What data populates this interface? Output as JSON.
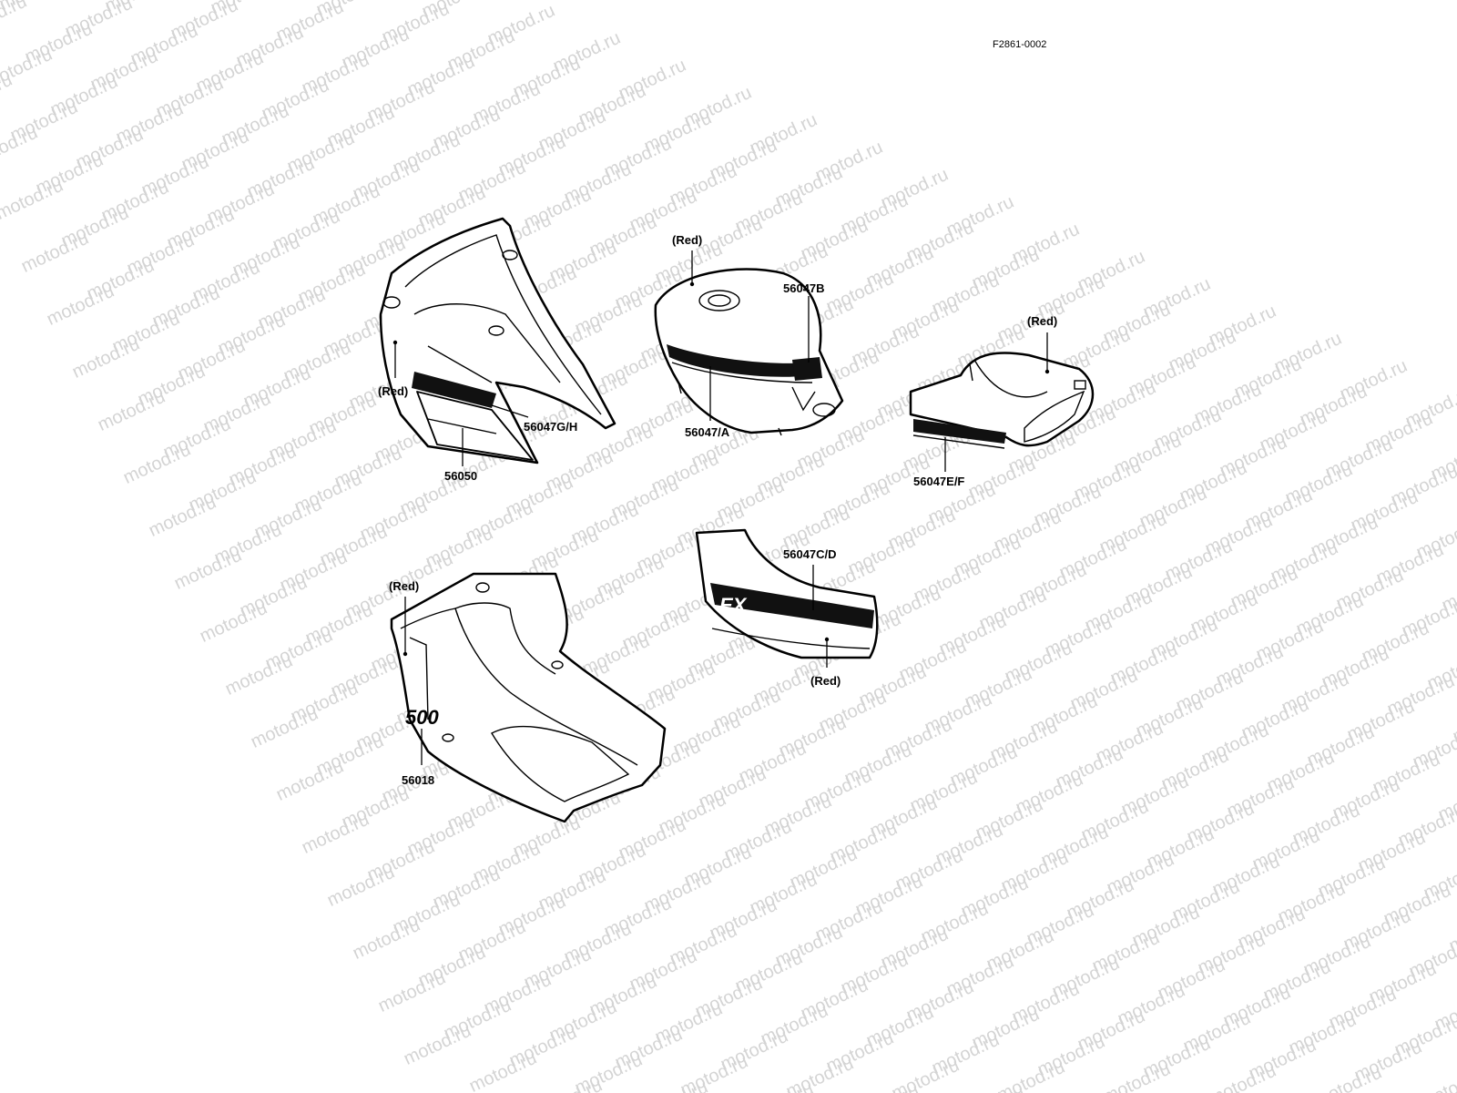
{
  "figure_code": "F2861-0002",
  "watermark": "motod.ru",
  "labels": {
    "fairing_color": "(Red)",
    "fairing_decal": "56047G/H",
    "fairing_emblem": "56050",
    "tank_color": "(Red)",
    "tank_emblem": "56047B",
    "tank_decal": "56047/A",
    "tail_color": "(Red)",
    "tail_decal": "56047E/F",
    "side_cover_decal": "56047C/D",
    "side_cover_color": "(Red)",
    "lower_cowl_color": "(Red)",
    "lower_cowl_emblem": "56018"
  },
  "decals": {
    "lower_cowl_number": "500"
  }
}
